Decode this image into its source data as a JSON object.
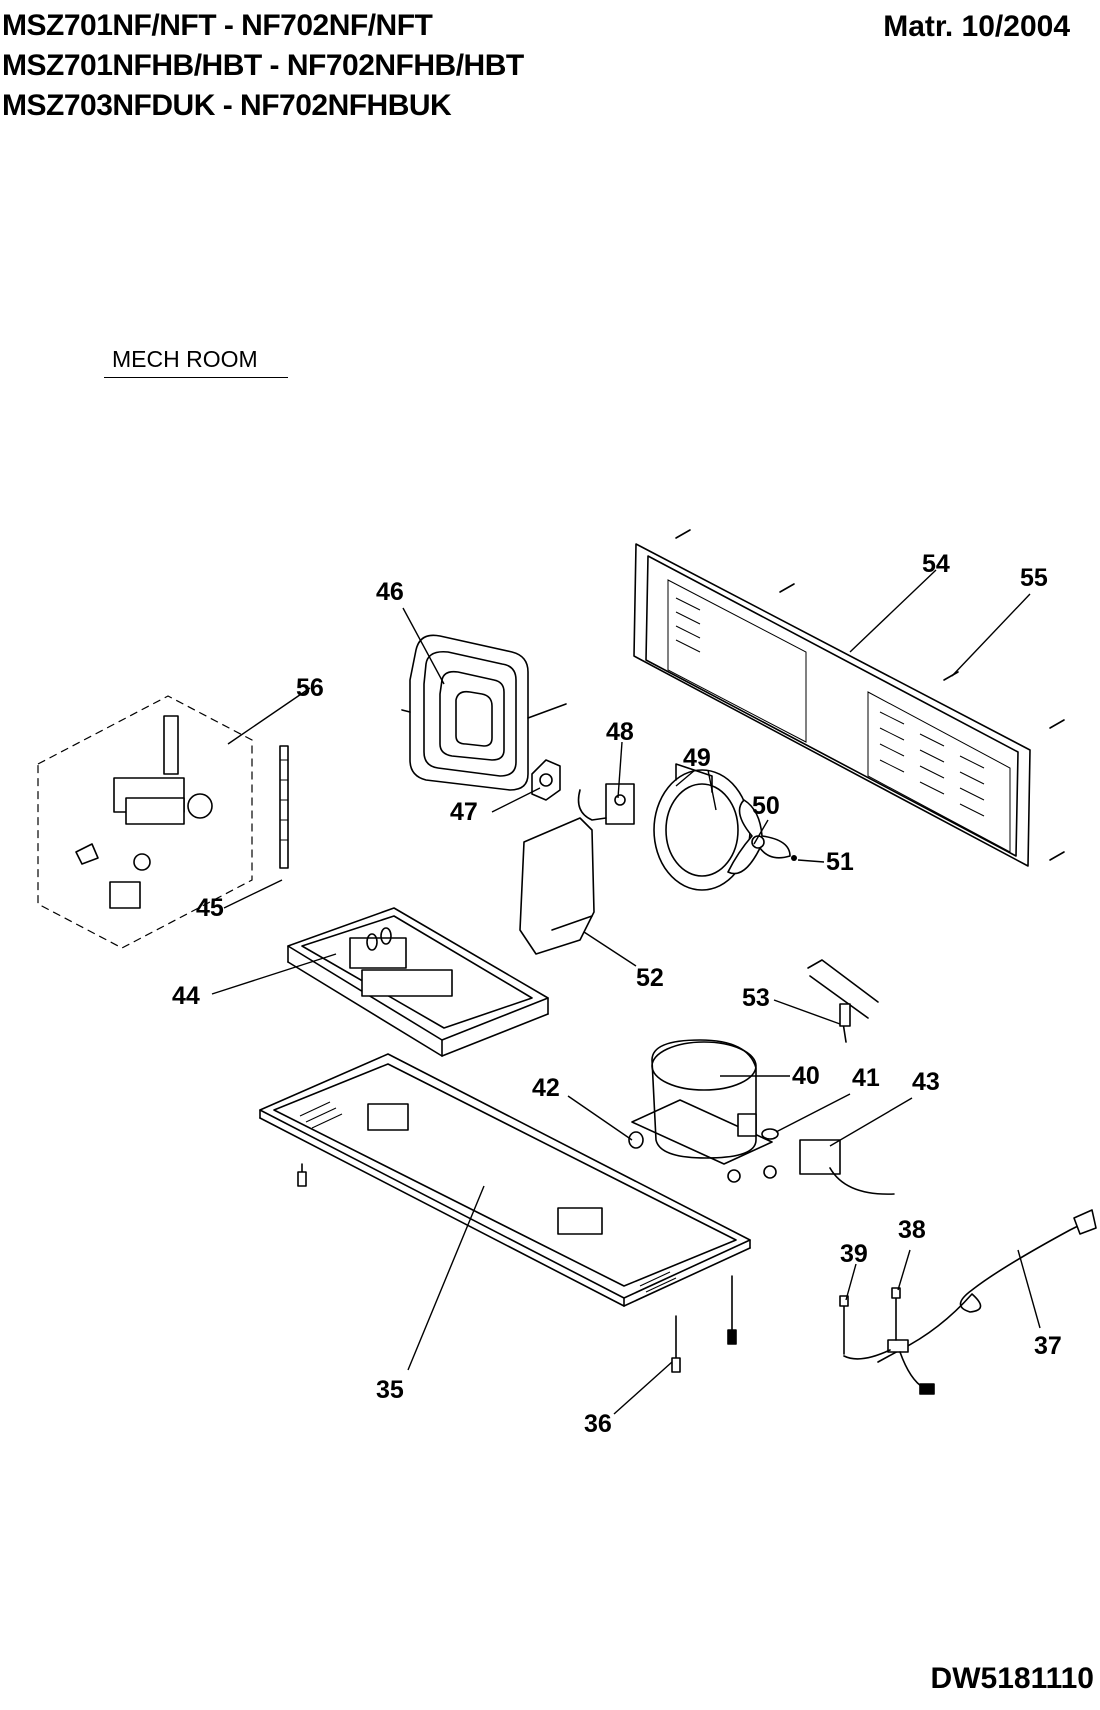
{
  "header": {
    "models": [
      "MSZ701NF/NFT - NF702NF/NFT",
      "MSZ701NFHB/HBT - NF702NFHB/HBT",
      "MSZ703NFDUK - NF702NFHBUK"
    ],
    "date": "Matr. 10/2004"
  },
  "section_title": "MECH ROOM",
  "document_number": "DW5181110",
  "callouts": {
    "c35": "35",
    "c36": "36",
    "c37": "37",
    "c38": "38",
    "c39": "39",
    "c40": "40",
    "c41": "41",
    "c42": "42",
    "c43": "43",
    "c44": "44",
    "c45": "45",
    "c46": "46",
    "c47": "47",
    "c48": "48",
    "c49": "49",
    "c50": "50",
    "c51": "51",
    "c52": "52",
    "c53": "53",
    "c54": "54",
    "c55": "55",
    "c56": "56"
  }
}
